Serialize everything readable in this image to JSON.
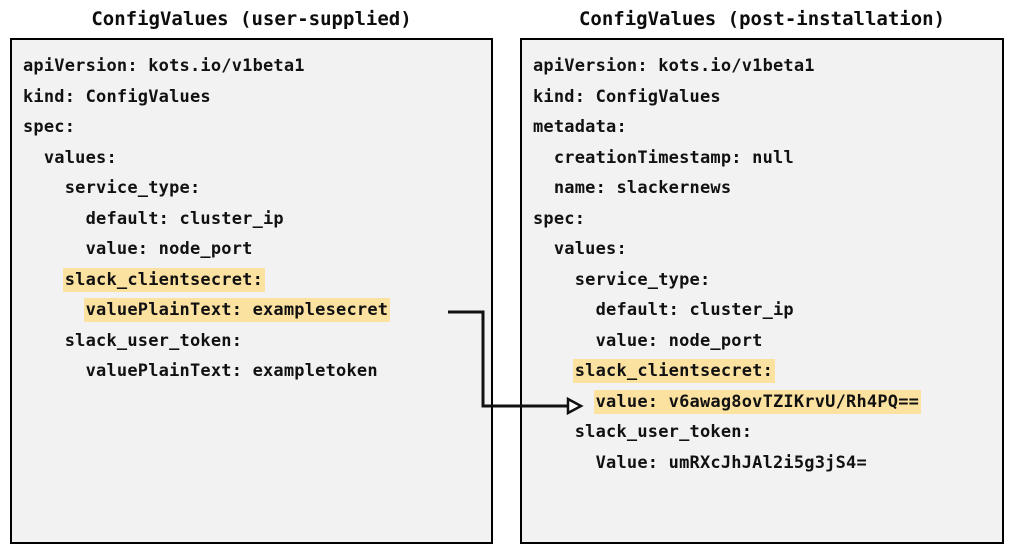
{
  "diagram": {
    "title_left": "ConfigValues (user-supplied)",
    "title_right": "ConfigValues (post-installation)",
    "highlight_color": "#fce2a1",
    "panel_background": "#f2f2f2",
    "border_color": "#000000",
    "text_color": "#111111",
    "connector": {
      "label": "encrypted-value-mapping-arrow",
      "from": "valuePlainText: examplesecret",
      "to": "value: v6awag8ovTZIKrvU/Rh4PQ=="
    }
  },
  "left_panel": {
    "name": "configvalues-user-supplied",
    "lines": [
      {
        "text": "apiVersion: kots.io/v1beta1",
        "highlight": false
      },
      {
        "text": "kind: ConfigValues",
        "highlight": false
      },
      {
        "text": "spec:",
        "highlight": false
      },
      {
        "text": "  values:",
        "highlight": false
      },
      {
        "text": "    service_type:",
        "highlight": false
      },
      {
        "text": "      default: cluster_ip",
        "highlight": false
      },
      {
        "text": "      value: node_port",
        "highlight": false
      },
      {
        "text": "    slack_clientsecret:",
        "highlight": true
      },
      {
        "text": "      valuePlainText: examplesecret",
        "highlight": true
      },
      {
        "text": "    slack_user_token:",
        "highlight": false
      },
      {
        "text": "      valuePlainText: exampletoken",
        "highlight": false
      }
    ]
  },
  "right_panel": {
    "name": "configvalues-post-installation",
    "lines": [
      {
        "text": "apiVersion: kots.io/v1beta1",
        "highlight": false
      },
      {
        "text": "kind: ConfigValues",
        "highlight": false
      },
      {
        "text": "metadata:",
        "highlight": false
      },
      {
        "text": "  creationTimestamp: null",
        "highlight": false
      },
      {
        "text": "  name: slackernews",
        "highlight": false
      },
      {
        "text": "spec:",
        "highlight": false
      },
      {
        "text": "  values:",
        "highlight": false
      },
      {
        "text": "    service_type:",
        "highlight": false
      },
      {
        "text": "      default: cluster_ip",
        "highlight": false
      },
      {
        "text": "      value: node_port",
        "highlight": false
      },
      {
        "text": "    slack_clientsecret:",
        "highlight": true
      },
      {
        "text": "      value: v6awag8ovTZIKrvU/Rh4PQ==",
        "highlight": true
      },
      {
        "text": "    slack_user_token:",
        "highlight": false
      },
      {
        "text": "      Value: umRXcJhJAl2i5g3jS4=",
        "highlight": false
      }
    ]
  }
}
